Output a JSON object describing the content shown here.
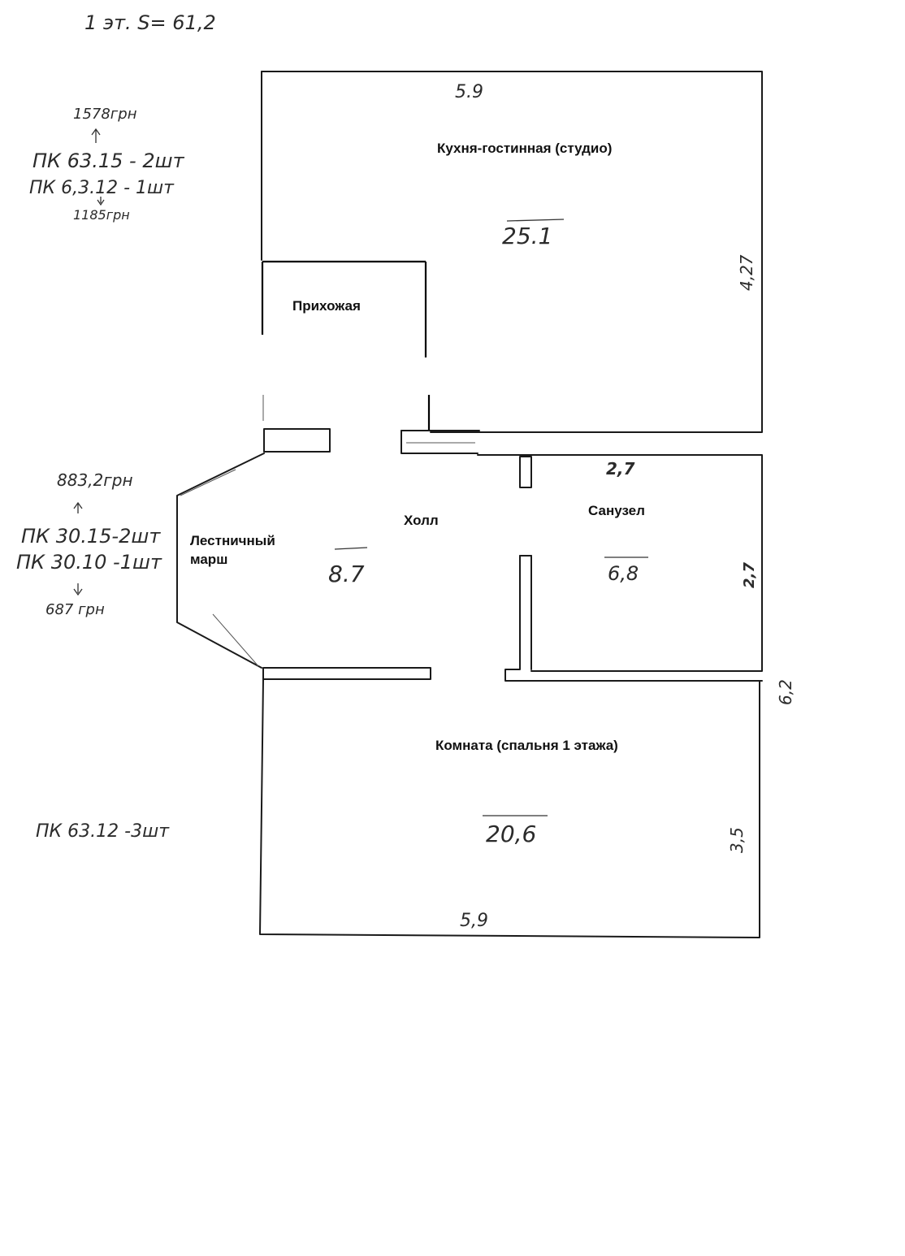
{
  "header_note": "1 эт. S= 61,2",
  "rooms": {
    "kitchen": {
      "name": "Кухня-гостинная (студио)",
      "area": "25.1",
      "width": "5.9",
      "depth": "4,27"
    },
    "entry": {
      "name": "Прихожая"
    },
    "stair": {
      "name_line1": "Лестничный",
      "name_line2": "марш"
    },
    "hall": {
      "name": "Холл",
      "area": "8.7"
    },
    "bath": {
      "name": "Санузел",
      "area": "6,8",
      "width": "2,7",
      "depth": "2,7"
    },
    "bedroom": {
      "name": "Комната (спальня 1 этажа)",
      "area": "20,6",
      "width": "5,9",
      "depth": "3,5"
    }
  },
  "overall_depth": "6,2",
  "notes": {
    "top_price_high": "1578грн",
    "top_line1": "ПК 63.15 - 2шт",
    "top_line2": "ПК 6,3.12 - 1шт",
    "top_price_low": "1185грн",
    "mid_price_high": "883,2грн",
    "mid_line1": "ПК 30.15-2шт",
    "mid_line2": "ПК 30.10 -1шт",
    "mid_price_low": "687 грн",
    "bottom_line": "ПК 63.12 -3шт"
  },
  "colors": {
    "ink": "#1a1a1a",
    "paper": "#ffffff"
  }
}
